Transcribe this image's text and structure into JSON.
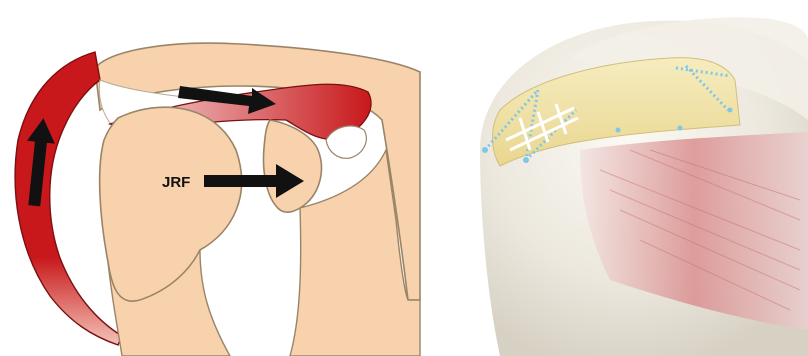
{
  "left_figure": {
    "force_label": "JRF",
    "icon": "shoulder-joint-cross-section-diagram"
  },
  "right_figure": {
    "icon": "shoulder-surgical-graft-illustration"
  },
  "colors": {
    "bone": "#f7d2ad",
    "bone_outline": "#9a8468",
    "muscle": "#c8181b",
    "arrow": "#111111",
    "graft": "#f1e2a6",
    "suture": "#7fc6e8"
  }
}
